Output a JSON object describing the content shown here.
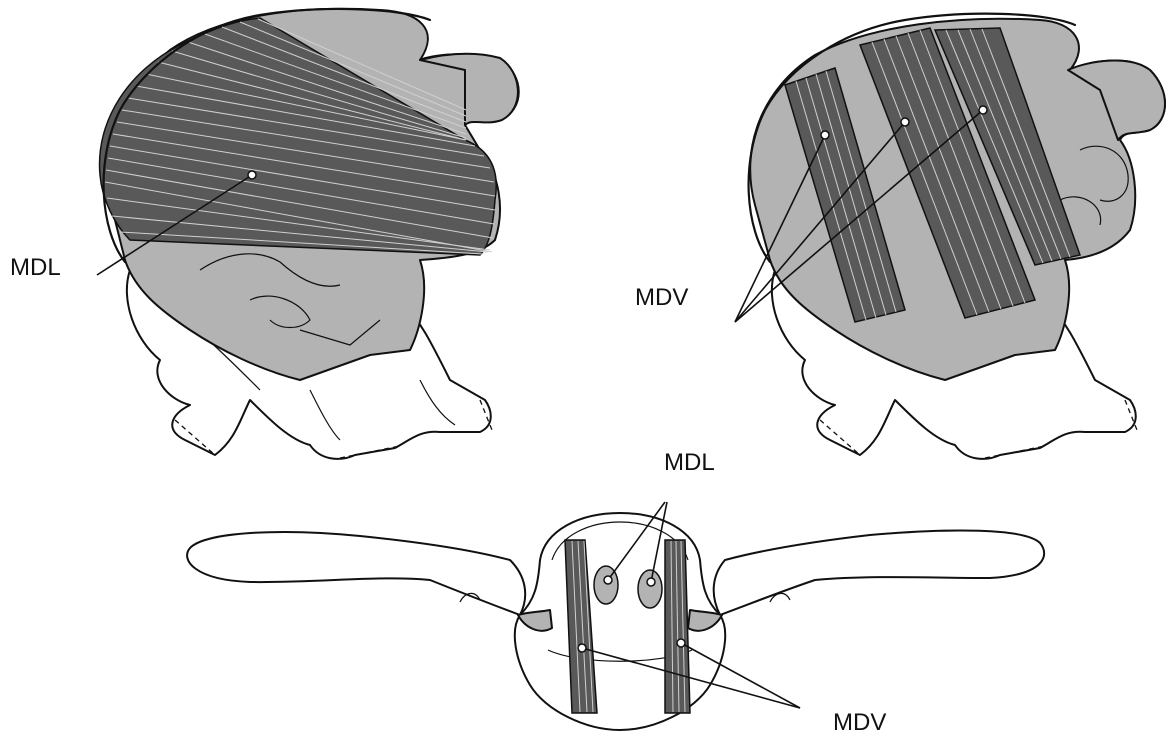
{
  "labels": {
    "left_view_mdl": "MDL",
    "right_view_mdv": "MDV",
    "cross_section_mdl": "MDL",
    "cross_section_mdv": "MDV"
  },
  "colors": {
    "muscle": "#595959",
    "body": "#b3b3b3",
    "outline": "#111111",
    "background": "#ffffff"
  }
}
